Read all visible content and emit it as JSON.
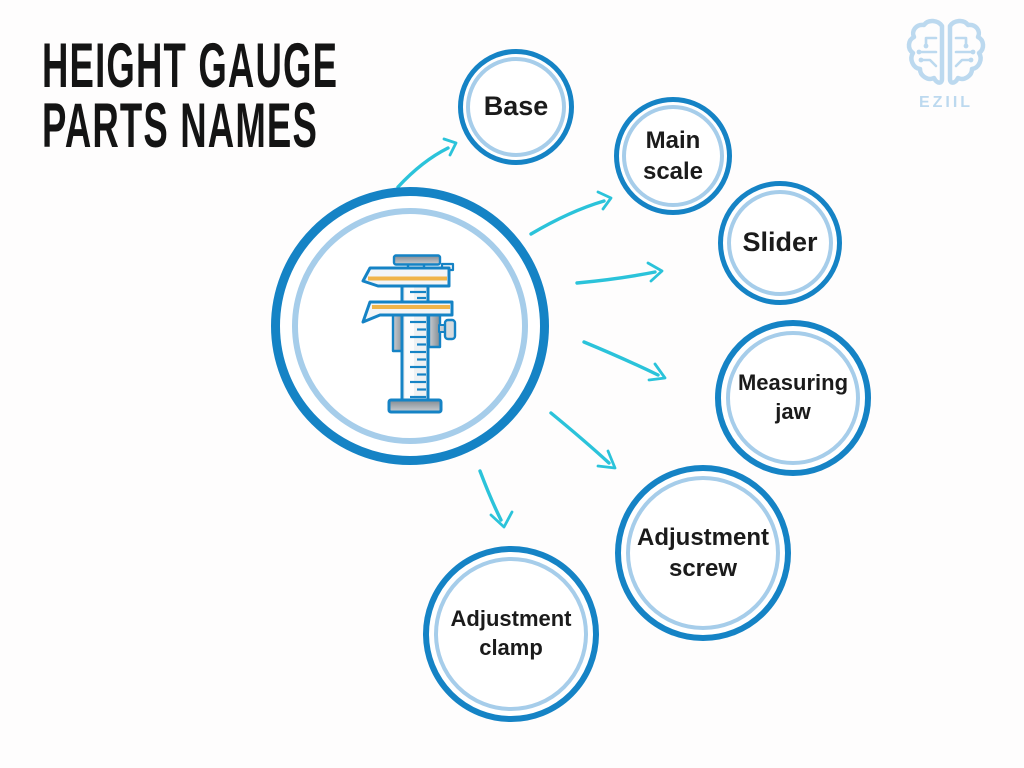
{
  "title": {
    "line1": "HEIGHT GAUGE",
    "line2": "PARTS NAMES"
  },
  "brand": {
    "name": "EZIIL",
    "logo_icon": "brain-circuit-icon"
  },
  "diagram": {
    "center_icon": "height-gauge-icon",
    "parts": [
      {
        "label": "Base"
      },
      {
        "label": "Main scale"
      },
      {
        "label": "Slider"
      },
      {
        "label": "Measuring jaw"
      },
      {
        "label": "Adjustment screw"
      },
      {
        "label": "Adjustment clamp"
      }
    ]
  },
  "colors": {
    "ring_outer": "#1583c5",
    "ring_inner": "#a6cdea",
    "arrow": "#2bc3da",
    "title": "#141414",
    "background": "#fefdfd",
    "accent_orange": "#f0b449",
    "logo": "#bcd9ef"
  }
}
